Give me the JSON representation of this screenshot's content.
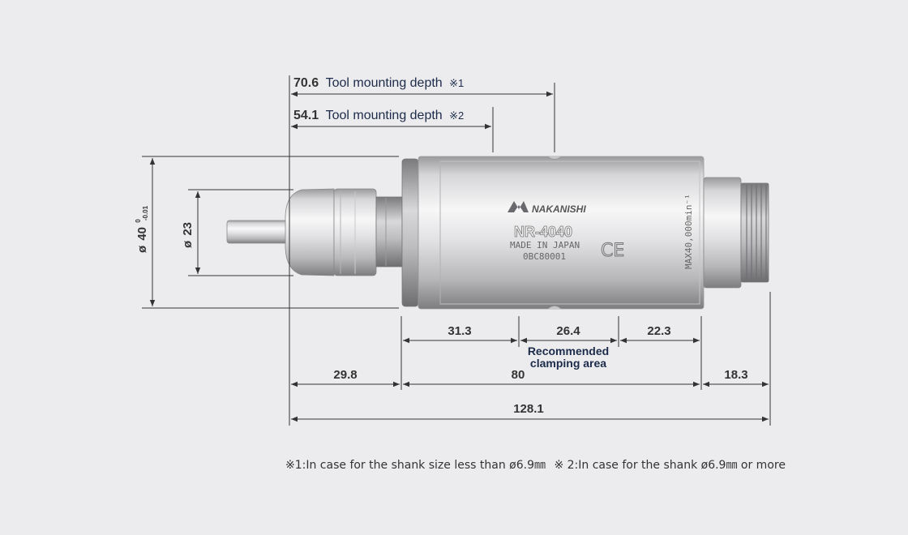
{
  "dimensions": {
    "depth1": {
      "value": "70.6",
      "label": "Tool mounting depth",
      "note": "※1"
    },
    "depth2": {
      "value": "54.1",
      "label": "Tool mounting depth",
      "note": "※2"
    },
    "diameter_outer": {
      "prefix": "ø",
      "value": "40",
      "tolerance_upper": "0",
      "tolerance_lower": "-0.01"
    },
    "diameter_inner": {
      "prefix": "ø",
      "value": "23"
    },
    "seg_31_3": "31.3",
    "seg_26_4": "26.4",
    "seg_22_3": "22.3",
    "clamping_label_line1": "Recommended",
    "clamping_label_line2": "clamping area",
    "seg_29_8": "29.8",
    "seg_80": "80",
    "seg_18_3": "18.3",
    "total": "128.1"
  },
  "product": {
    "brand": "NAKANISHI",
    "model": "NR-4040",
    "made_in": "MADE IN JAPAN",
    "serial": "0BC80001",
    "ce_mark": "CE",
    "max_speed": "MAX40,000min⁻¹"
  },
  "footnotes": {
    "note1": "※1:In case for the shank size less than ø6.9㎜",
    "note2": "※ 2:In case for the shank ø6.9㎜ or more"
  },
  "colors": {
    "background": "#ececee",
    "dimension_line": "#333333",
    "accent_navy": "#1c2b4a",
    "metal_light": "#f2f2f2",
    "metal_dark": "#8c8c8c"
  },
  "icons": [
    "nakanishi-logo-icon",
    "ce-mark-icon"
  ]
}
